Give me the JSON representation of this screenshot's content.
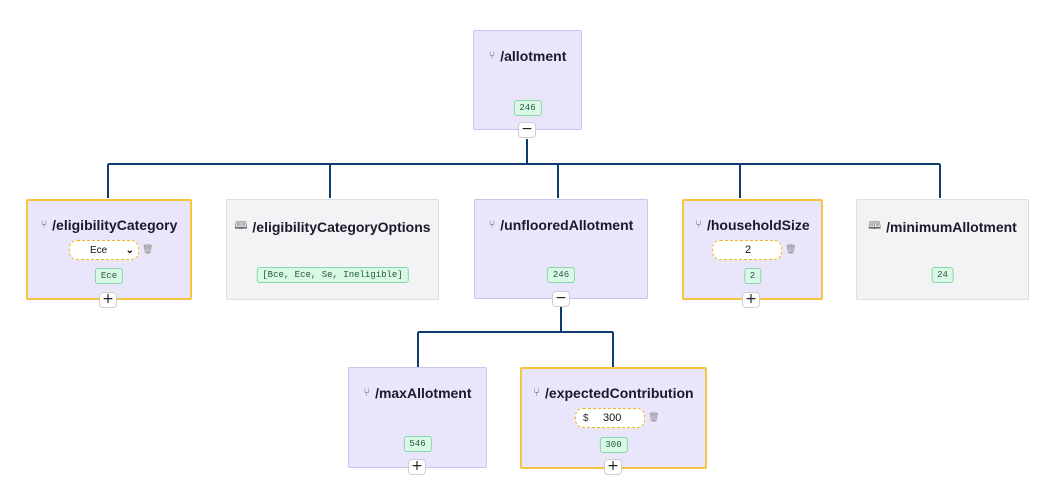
{
  "nodes": {
    "allotment": {
      "title": "/allotment",
      "value": "246",
      "toggle": "−"
    },
    "eligibility_category": {
      "title": "/eligibilityCategory",
      "select_value": "Ece",
      "value": "Ece",
      "toggle": "+"
    },
    "eligibility_category_options": {
      "title": "/eligibilityCategoryOptions",
      "value": "[Bce, Ece, Se, Ineligible]"
    },
    "unfloored_allotment": {
      "title": "/unflooredAllotment",
      "value": "246",
      "toggle": "−"
    },
    "household_size": {
      "title": "/householdSize",
      "input_value": "2",
      "value": "2",
      "toggle": "+"
    },
    "minimum_allotment": {
      "title": "/minimumAllotment",
      "value": "24"
    },
    "max_allotment": {
      "title": "/maxAllotment",
      "value": "546",
      "toggle": "+"
    },
    "expected_contribution": {
      "title": "/expectedContribution",
      "currency": "$",
      "input_value": "300",
      "value": "300",
      "toggle": "+"
    }
  },
  "icons": {
    "formula": "branch-icon",
    "constant": "book-icon",
    "delete": "trash-icon"
  },
  "colors": {
    "connector": "#0f3d6e",
    "formula_bg": "#e9e6fb",
    "input_border": "#f5c542",
    "constant_bg": "#f2f3f4",
    "value_badge_bg": "#d9f8e6"
  }
}
